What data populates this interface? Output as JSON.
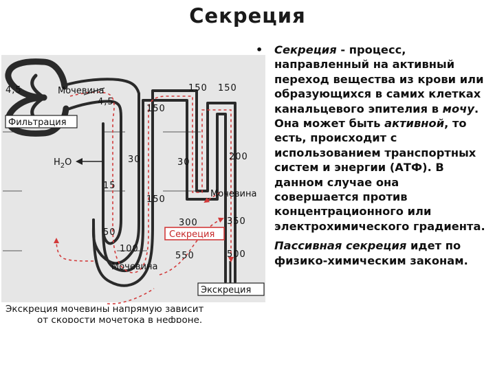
{
  "title": "Секреция",
  "diagram": {
    "labels": {
      "filtration": "Фильтрация",
      "urea_top": "Мочевина",
      "urea_right": "Мочевина",
      "urea_bottom": "Мочевина",
      "secretion": "Секреция",
      "excretion": "Экскреция",
      "water_h": "H",
      "water_sub": "2",
      "water_o": "O"
    },
    "values": {
      "v_4_5_left": "4,5",
      "v_4_5_right": "4,5",
      "v_150_a": "150",
      "v_150_b": "150",
      "v_150_c": "150",
      "v_150_d": "150",
      "v_30_a": "30",
      "v_30_b": "30",
      "v_200": "200",
      "v_15": "15",
      "v_50": "50",
      "v_100": "100",
      "v_300": "300",
      "v_350": "350",
      "v_550": "550",
      "v_500": "500"
    },
    "caption_line1": "Экскреция мочевины напрямую зависит",
    "caption_line2": "от скорости мочетока в нефроне."
  },
  "paragraphs": [
    {
      "bullet": "•",
      "segments": [
        {
          "text": "Секреция",
          "italic": true
        },
        {
          "text": " - процесс, направленный на активный переход вещества из крови или образующихся в самих клетках канальцевого эпителия в ",
          "italic": false
        },
        {
          "text": "мочу",
          "italic": true
        },
        {
          "text": ". Она может быть ",
          "italic": false
        },
        {
          "text": "активной",
          "italic": true
        },
        {
          "text": ", то есть, происходит с использованием транспортных систем и энергии (АТФ). В данном случае она совершается против концентрационного или электрохимического градиента.",
          "italic": false
        }
      ]
    },
    {
      "bullet": "",
      "segments": [
        {
          "text": "Пассивная секреция",
          "italic": true
        },
        {
          "text": " идет по физико-химическим законам.",
          "italic": false
        }
      ]
    }
  ]
}
